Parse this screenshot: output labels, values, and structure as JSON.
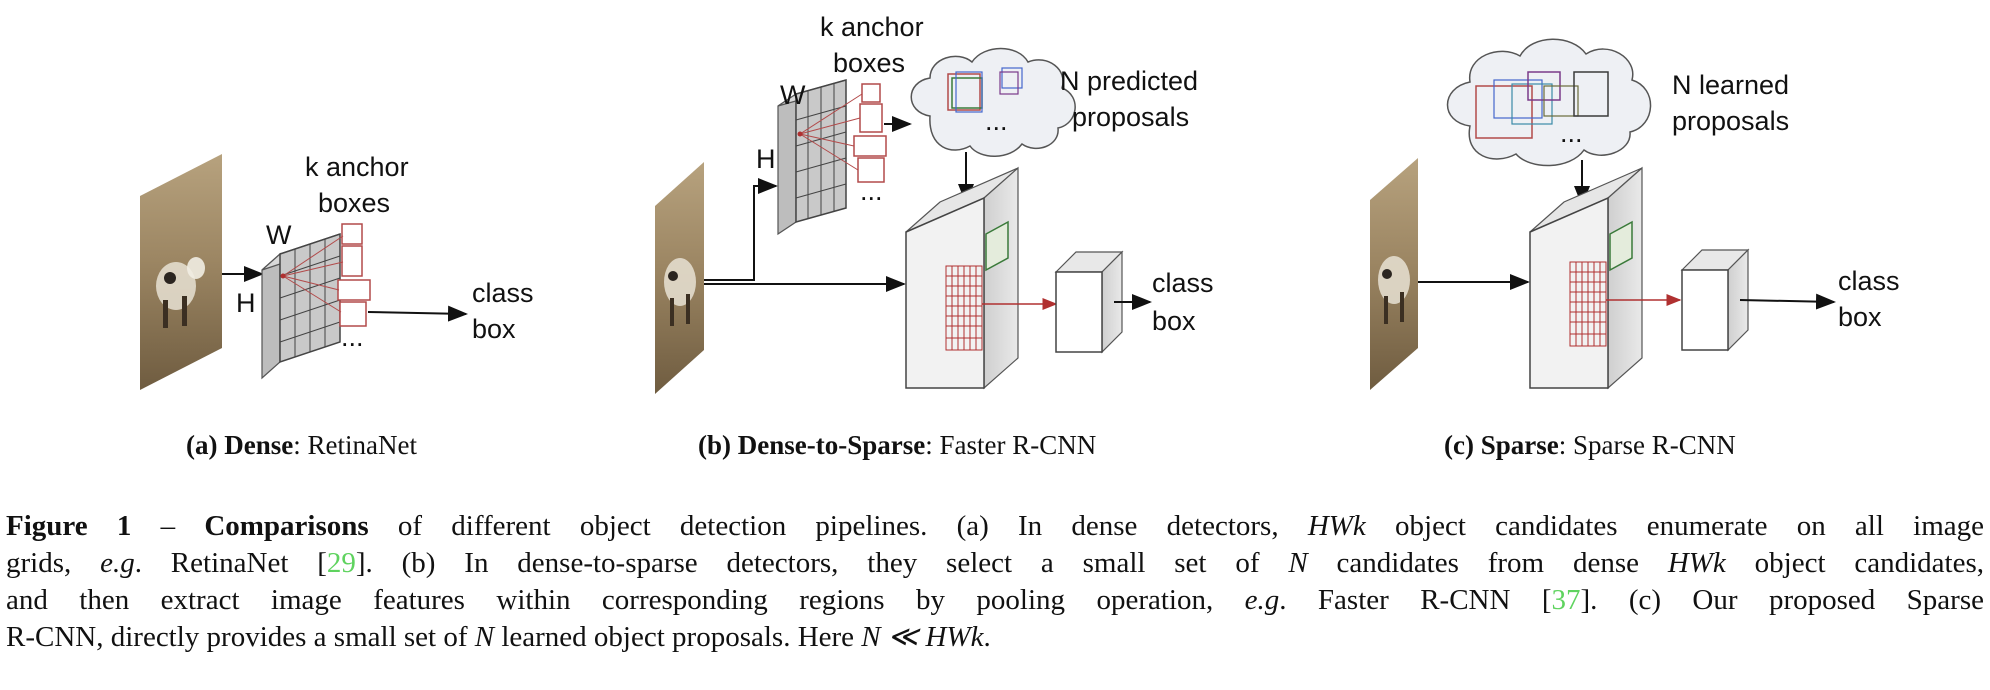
{
  "panels": {
    "a": {
      "anchor_label_1": "k anchor",
      "anchor_label_2": "boxes",
      "w_label": "W",
      "h_label": "H",
      "ellipsis": "...",
      "output_label_1": "class",
      "output_label_2": "box",
      "caption_tag": "(a)",
      "caption_bold": "Dense",
      "caption_rest": ": RetinaNet"
    },
    "b": {
      "anchor_label_1": "k anchor",
      "anchor_label_2": "boxes",
      "w_label": "W",
      "h_label": "H",
      "ellipsis": "...",
      "cloud_ellipsis": "...",
      "proposal_label_1": "N predicted",
      "proposal_label_2": "proposals",
      "output_label_1": "class",
      "output_label_2": "box",
      "caption_tag": "(b)",
      "caption_bold": "Dense-to-Sparse",
      "caption_rest": ": Faster R-CNN"
    },
    "c": {
      "cloud_ellipsis": "...",
      "proposal_label_1": "N learned",
      "proposal_label_2": "proposals",
      "output_label_1": "class",
      "output_label_2": "box",
      "caption_tag": "(c)",
      "caption_bold": "Sparse",
      "caption_rest": ": Sparse R-CNN"
    }
  },
  "caption": {
    "figure_label": "Figure 1",
    "dash": " – ",
    "bold_lead": "Comparisons",
    "line1_a": " of different object detection pipelines. (a) In dense detectors, ",
    "math_hwk": "HWk",
    "line1_b": " object candidates enumerate on all image",
    "line2_a": "grids, ",
    "eg": "e.g",
    "line2_b": ". RetinaNet [",
    "ref1": "29",
    "line2_c": "]. (b) In dense-to-sparse detectors, they select a small set of ",
    "math_n": "N",
    "line2_d": " candidates from dense ",
    "line2_e": " object candidates,",
    "line3_a": "and then extract image features within corresponding regions by pooling operation, ",
    "line3_b": ". Faster R-CNN [",
    "ref2": "37",
    "line3_c": "]. (c) Our proposed Sparse",
    "line4_a": "R-CNN, directly provides a small set of ",
    "line4_b": " learned object proposals. Here ",
    "math_rel": "N ≪ HWk",
    "line4_c": "."
  },
  "colors": {
    "anchor_box": "#b24a4a",
    "grid_red": "#b03030",
    "box_green": "#3a7a3a",
    "link_green": "#5fd35f"
  }
}
